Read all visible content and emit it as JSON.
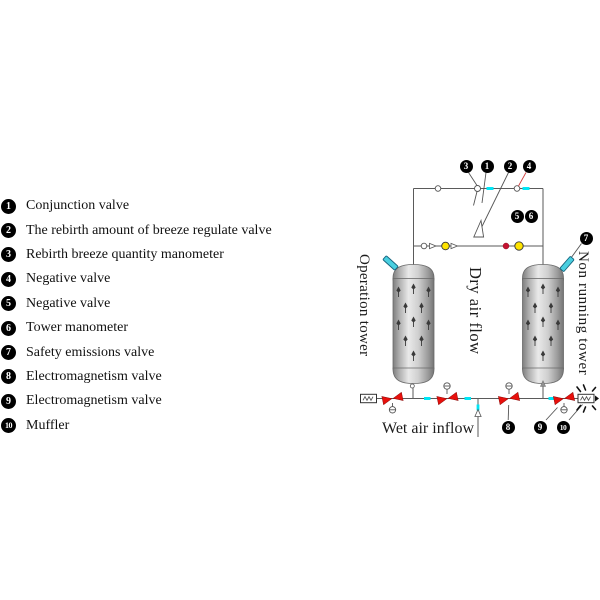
{
  "legend": {
    "items": [
      {
        "num": "1",
        "label": "Conjunction valve"
      },
      {
        "num": "2",
        "label": "The rebirth amount of breeze regulate valve"
      },
      {
        "num": "3",
        "label": "Rebirth breeze quantity manometer"
      },
      {
        "num": "4",
        "label": "Negative valve"
      },
      {
        "num": "5",
        "label": "Negative valve"
      },
      {
        "num": "6",
        "label": "Tower manometer"
      },
      {
        "num": "7",
        "label": "Safety emissions valve"
      },
      {
        "num": "8",
        "label": "Electromagnetism valve"
      },
      {
        "num": "9",
        "label": "Electromagnetism valve"
      },
      {
        "num": "10",
        "label": "Muffler"
      }
    ]
  },
  "diagram": {
    "labels": {
      "operation_tower": "Operation tower",
      "dry_air_flow": "Dry air flow",
      "non_running_tower": "Non running tower",
      "wet_air_inflow": "Wet air inflow"
    },
    "callouts": {
      "c1": "1",
      "c2": "2",
      "c3": "3",
      "c4": "4",
      "c5": "5",
      "c6": "6",
      "c7": "7",
      "c8": "8",
      "c9": "9",
      "c10": "10"
    },
    "colors": {
      "pipe": "#5a5a5a",
      "valve_red": "#e8100c",
      "marker_red": "#c41230",
      "marker_yellow": "#ffe400",
      "cyan": "#00e6f6",
      "handle_cyan": "#49cfe0",
      "tower_gray": "#c8c8c8"
    }
  }
}
